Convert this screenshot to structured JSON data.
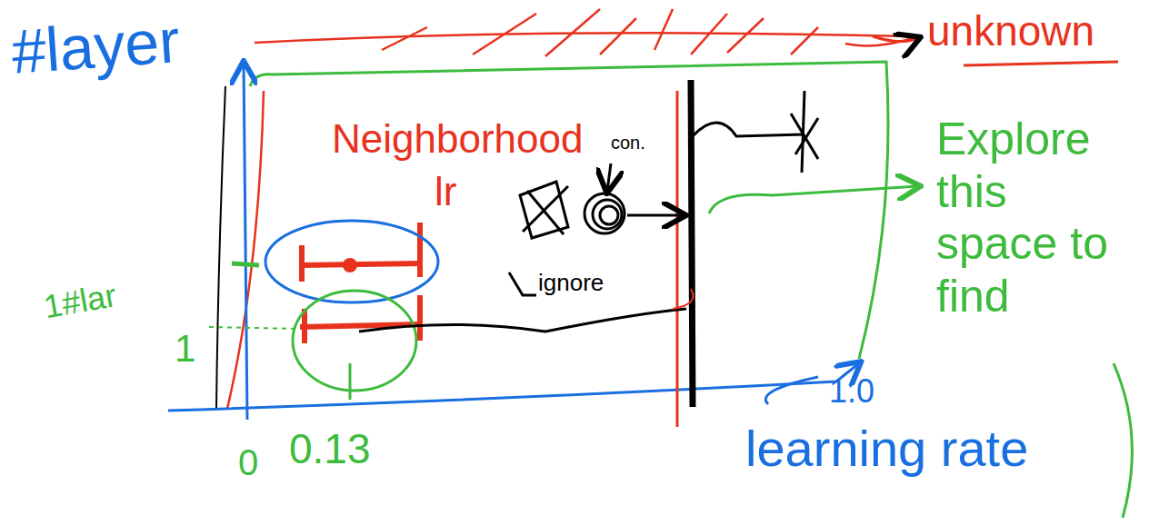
{
  "diagram": {
    "labels": [
      "unknown",
      "#layer",
      "Neighborhood",
      "con.",
      "Explore this space to find",
      "lr",
      "ignore",
      "1#lar",
      "1",
      "1.0",
      "learning rate",
      "0",
      "0.13"
    ]
  }
}
